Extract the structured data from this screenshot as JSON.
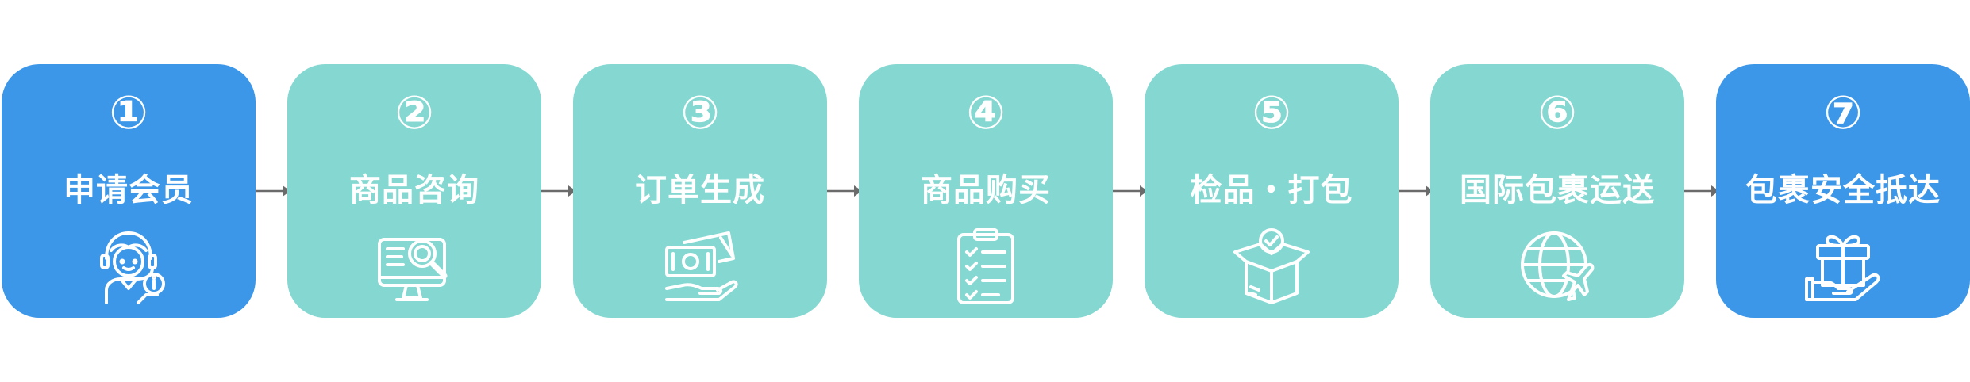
{
  "steps": [
    {
      "number": "①",
      "label": "申请会员",
      "icon": "customer-service-icon",
      "color": "#3d97e8"
    },
    {
      "number": "②",
      "label": "商品咨询",
      "icon": "monitor-search-icon",
      "color": "#84d8d1"
    },
    {
      "number": "③",
      "label": "订单生成",
      "icon": "money-hand-icon",
      "color": "#84d8d1"
    },
    {
      "number": "④",
      "label": "商品购买",
      "icon": "clipboard-checklist-icon",
      "color": "#84d8d1"
    },
    {
      "number": "⑤",
      "label": "检品・打包",
      "icon": "box-check-icon",
      "color": "#84d8d1"
    },
    {
      "number": "⑥",
      "label": "国际包裹运送",
      "icon": "globe-plane-icon",
      "color": "#84d8d1"
    },
    {
      "number": "⑦",
      "label": "包裹安全抵达",
      "icon": "gift-hand-icon",
      "color": "#3d97e8"
    }
  ],
  "colors": {
    "accent_blue": "#3d97e8",
    "accent_teal": "#84d8d1",
    "arrow": "#6b6b6b"
  }
}
